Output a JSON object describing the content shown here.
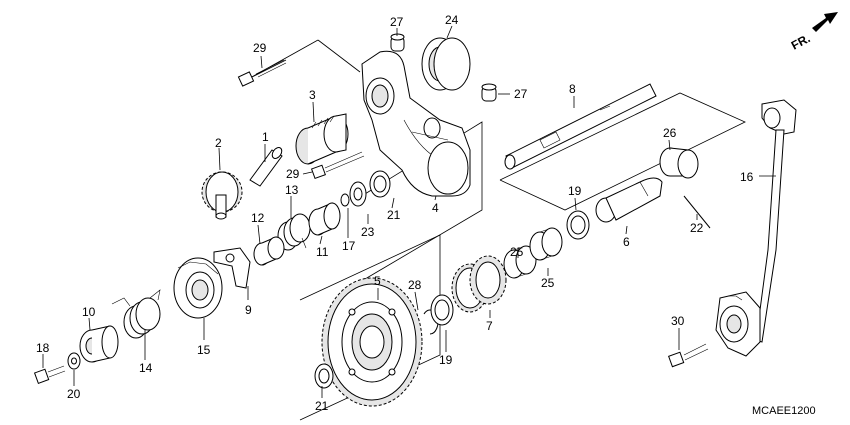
{
  "diagram": {
    "code": "MCAEE1200",
    "direction_label": "FR.",
    "callouts": {
      "p1": "1",
      "p2": "2",
      "p3": "3",
      "p4": "4",
      "p5": "5",
      "p6": "6",
      "p7": "7",
      "p8": "8",
      "p9": "9",
      "p10": "10",
      "p11": "11",
      "p12": "12",
      "p13": "13",
      "p14": "14",
      "p15": "15",
      "p16": "16",
      "p17": "17",
      "p18": "18",
      "p19a": "19",
      "p19b": "19",
      "p20": "20",
      "p21a": "21",
      "p21b": "21",
      "p22": "22",
      "p23": "23",
      "p24": "24",
      "p25a": "25",
      "p25b": "25",
      "p26": "26",
      "p27a": "27",
      "p27b": "27",
      "p28": "28",
      "p29a": "29",
      "p29b": "29",
      "p30": "30"
    }
  }
}
